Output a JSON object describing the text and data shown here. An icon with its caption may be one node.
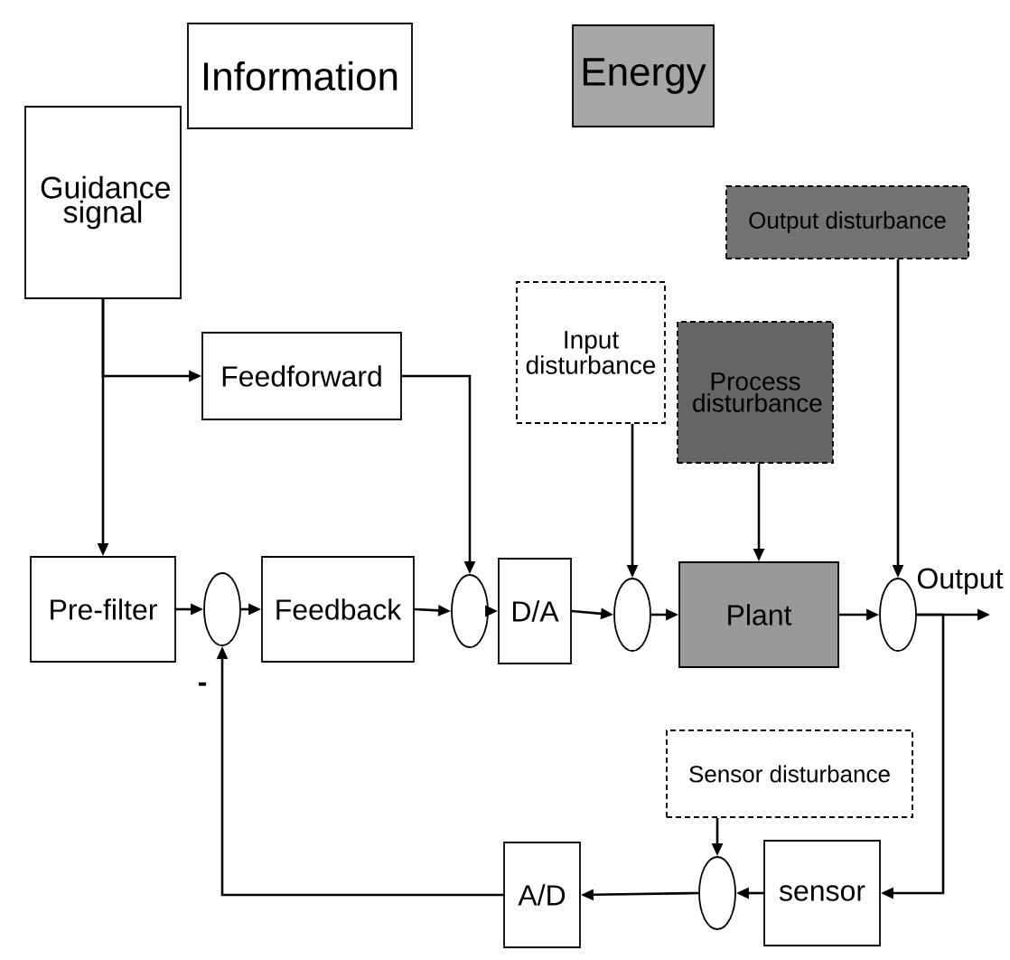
{
  "diagram": {
    "nodes": [
      {
        "text": [
          "Information"
        ]
      },
      {
        "text": [
          "Energy"
        ]
      },
      {
        "text": [
          "Guidance signal"
        ]
      },
      {
        "text": [
          "Feedforward"
        ]
      },
      {
        "text": [
          "Input disturbance"
        ]
      },
      {
        "text": [
          "Output disturbance"
        ]
      },
      {
        "text": [
          "Process disturbance"
        ]
      },
      {
        "text": [
          "Pre-filter"
        ]
      },
      {
        "text": [],
        "shape": "circle"
      },
      {
        "text": [
          "Feedback"
        ]
      },
      {
        "text": [],
        "shape": "circle"
      },
      {
        "text": [
          "D/A"
        ]
      },
      {
        "text": [],
        "shape": "circle"
      },
      {
        "text": [
          "Plant"
        ]
      },
      {
        "text": [],
        "shape": "circle"
      },
      {
        "text": [
          "Sensor disturbance"
        ]
      },
      {
        "text": [],
        "shape": "circle"
      },
      {
        "text": [
          "sensor"
        ]
      },
      {
        "text": [
          "A/D"
        ]
      }
    ],
    "edges": [
      {
        "from": 2,
        "to": 7,
        "arrow": "to"
      },
      {
        "from": 2,
        "to": 3,
        "arrow": "to"
      },
      {
        "from": 3,
        "to": 10,
        "arrow": "to"
      },
      {
        "from": 7,
        "to": 8,
        "arrow": "to"
      },
      {
        "from": 8,
        "to": 9,
        "arrow": "to"
      },
      {
        "from": 9,
        "to": 10,
        "arrow": "to"
      },
      {
        "from": 10,
        "to": 11,
        "arrow": "to"
      },
      {
        "from": 11,
        "to": 12,
        "arrow": "to"
      },
      {
        "from": 4,
        "to": 12,
        "arrow": "to"
      },
      {
        "from": 12,
        "to": 13,
        "arrow": "to"
      },
      {
        "from": 6,
        "to": 13,
        "arrow": "to"
      },
      {
        "from": 13,
        "to": 14,
        "arrow": "to"
      },
      {
        "from": 5,
        "to": 14,
        "arrow": "to"
      },
      {
        "from": 14,
        "to": null,
        "arrow": "to",
        "label": "Output"
      },
      {
        "from": 14,
        "to": 17,
        "arrow": "to"
      },
      {
        "from": 15,
        "to": 16,
        "arrow": "to"
      },
      {
        "from": 17,
        "to": 16,
        "arrow": "to"
      },
      {
        "from": 16,
        "to": 18,
        "arrow": "to"
      },
      {
        "from": 18,
        "to": 8,
        "arrow": "to"
      }
    ],
    "labels": [
      "-"
    ]
  }
}
